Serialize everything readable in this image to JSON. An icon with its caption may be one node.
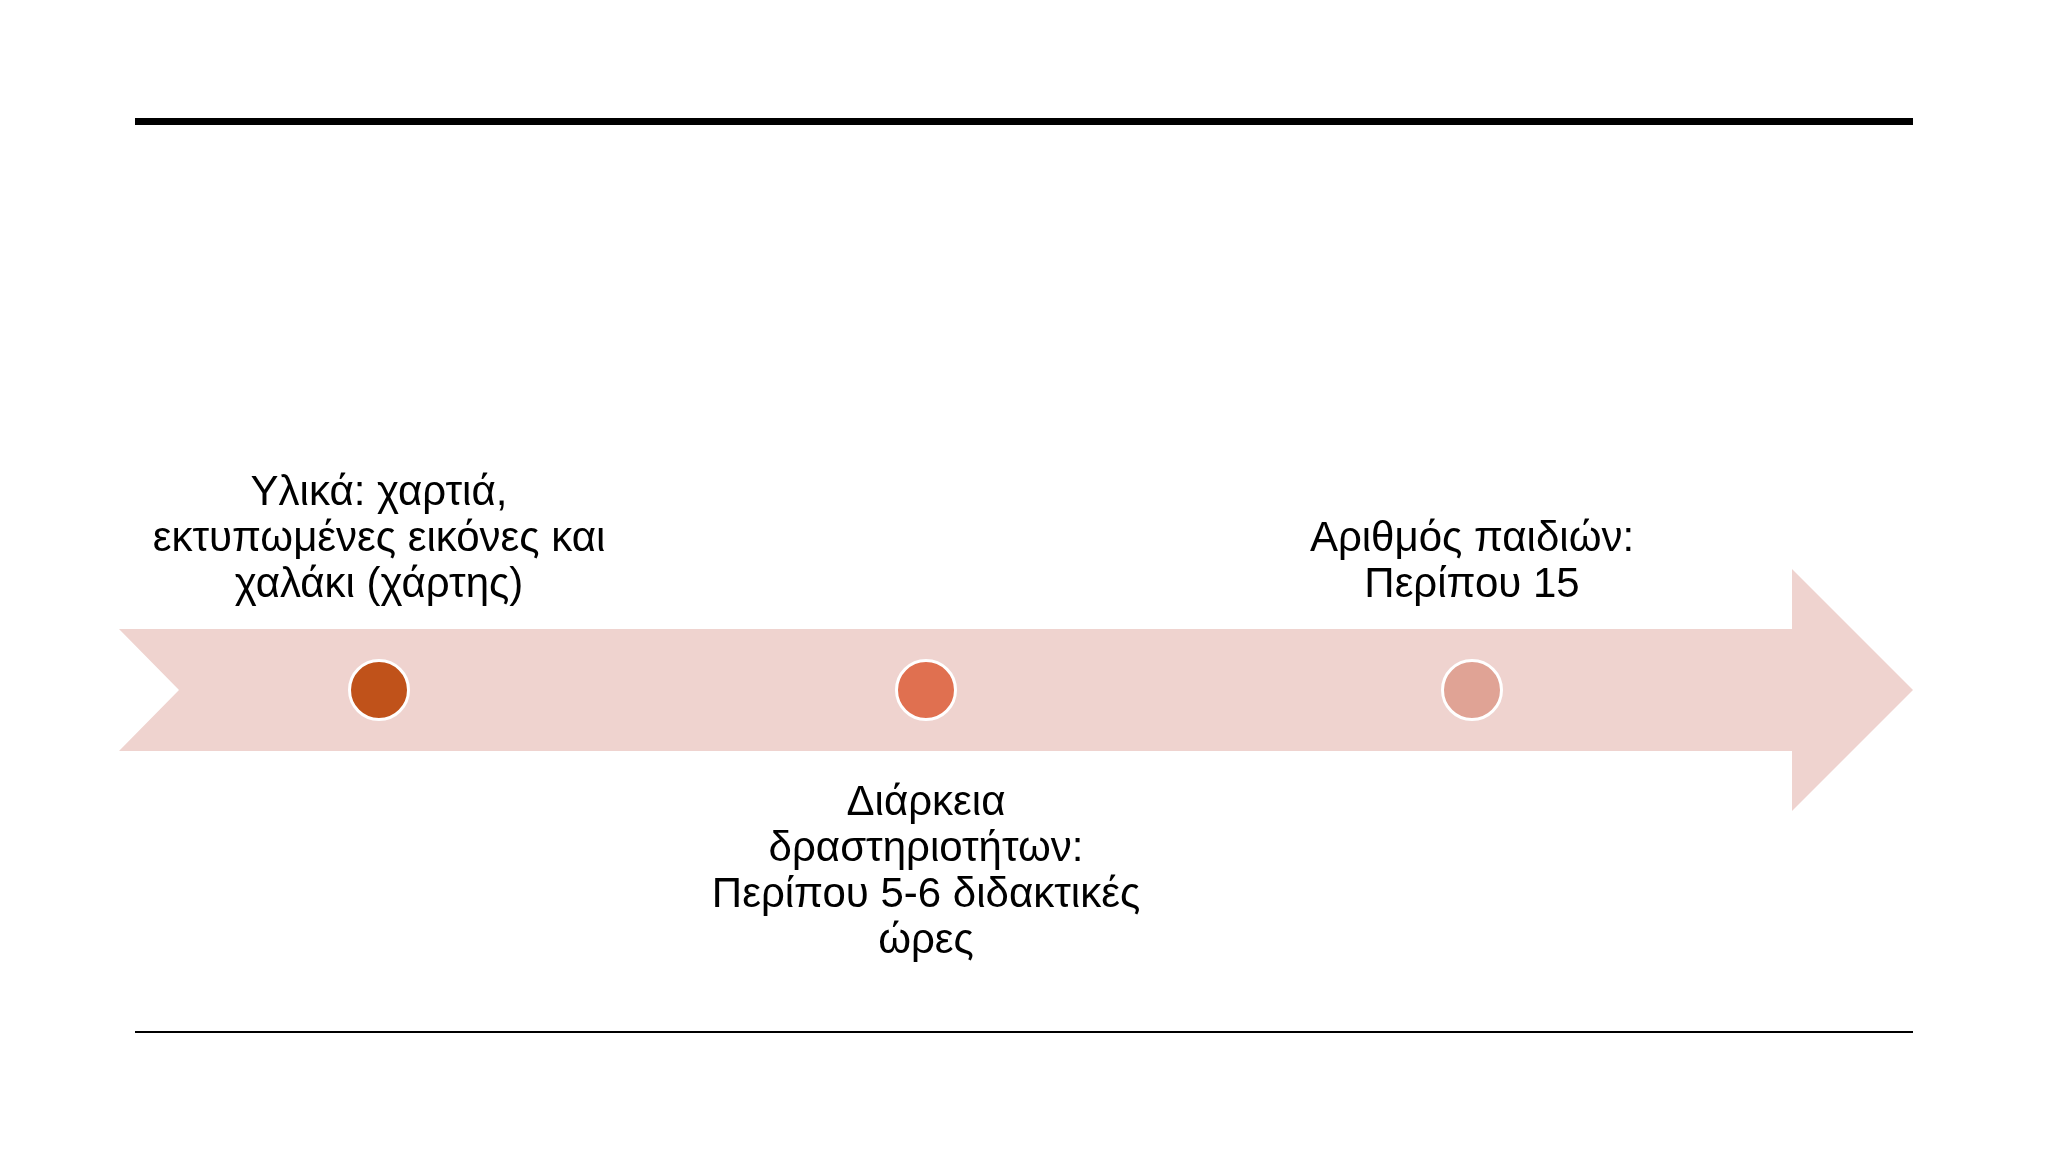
{
  "diagram": {
    "nodes": [
      {
        "text": [],
        "shape": "circle",
        "beside": [
          "Υλικά: χαρτιά, εκτυπωμένες εικόνες και χαλάκι (χάρτης)"
        ]
      },
      {
        "text": [],
        "shape": "circle",
        "beside": [
          "Διάρκεια δραστηριοτήτων: Περίπου 5-6 διδακτικές ώρες"
        ]
      },
      {
        "text": [],
        "shape": "circle",
        "beside": [
          "Αριθμός παιδιών: Περίπου 15"
        ]
      }
    ]
  }
}
